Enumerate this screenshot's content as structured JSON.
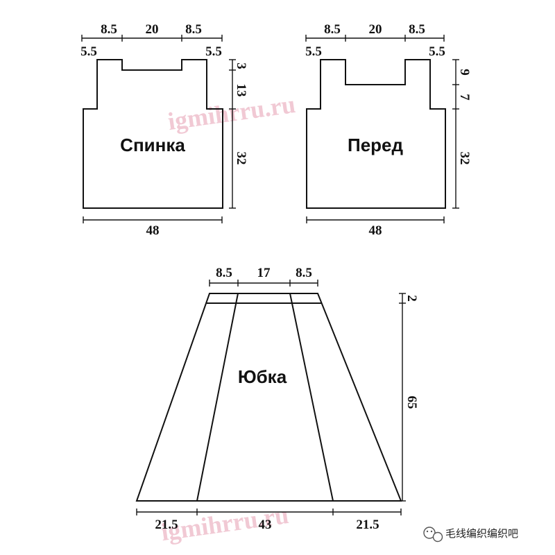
{
  "watermark": "igmihrru.ru",
  "back": {
    "label": "Спинка",
    "top_dims": [
      "8.5",
      "20",
      "8.5"
    ],
    "shoulder_dims": [
      "5.5",
      "5.5"
    ],
    "side_dims": [
      "3",
      "13",
      "32"
    ],
    "bottom_dim": "48"
  },
  "front": {
    "label": "Перед",
    "top_dims": [
      "8.5",
      "20",
      "8.5"
    ],
    "shoulder_dims": [
      "5.5",
      "5.5"
    ],
    "side_dims": [
      "9",
      "7",
      "32"
    ],
    "bottom_dim": "48"
  },
  "skirt": {
    "label": "Юбка",
    "top_dims": [
      "8.5",
      "17",
      "8.5"
    ],
    "side_dims": [
      "2",
      "65"
    ],
    "bottom_dims": [
      "21.5",
      "43",
      "21.5"
    ]
  },
  "footer": {
    "source_text": "毛线编织编织吧"
  }
}
